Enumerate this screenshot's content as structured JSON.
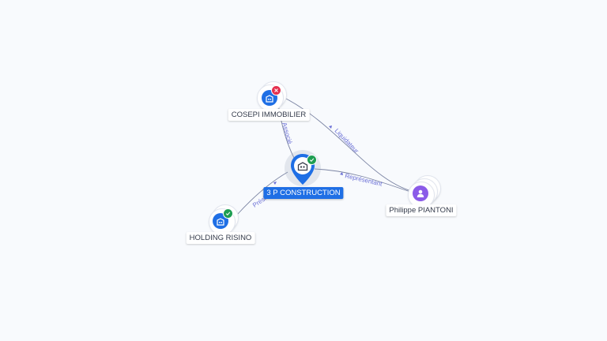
{
  "nodes": {
    "main": {
      "label": "3 P CONSTRUCTION",
      "type": "company",
      "status": "active",
      "icon": "building-icon"
    },
    "cosepi": {
      "label": "COSEPI IMMOBILIER",
      "type": "company",
      "status": "closed",
      "icon": "building-icon"
    },
    "holding": {
      "label": "HOLDING RISINO",
      "type": "company",
      "status": "active",
      "icon": "building-icon"
    },
    "person": {
      "label": "Philippe PIANTONI",
      "type": "person",
      "icon": "person-icon"
    }
  },
  "edges": {
    "cosepi_main": {
      "label": "Associé"
    },
    "person_cosepi": {
      "label": "Liquidateur"
    },
    "person_main": {
      "label": "Représentant"
    },
    "holding_main": {
      "label": "Prési"
    }
  },
  "colors": {
    "company": "#1f6fe5",
    "person": "#8b5be8",
    "active_badge": "#1e9e52",
    "closed_badge": "#e5304f",
    "edge_label": "#6a6fd6"
  }
}
